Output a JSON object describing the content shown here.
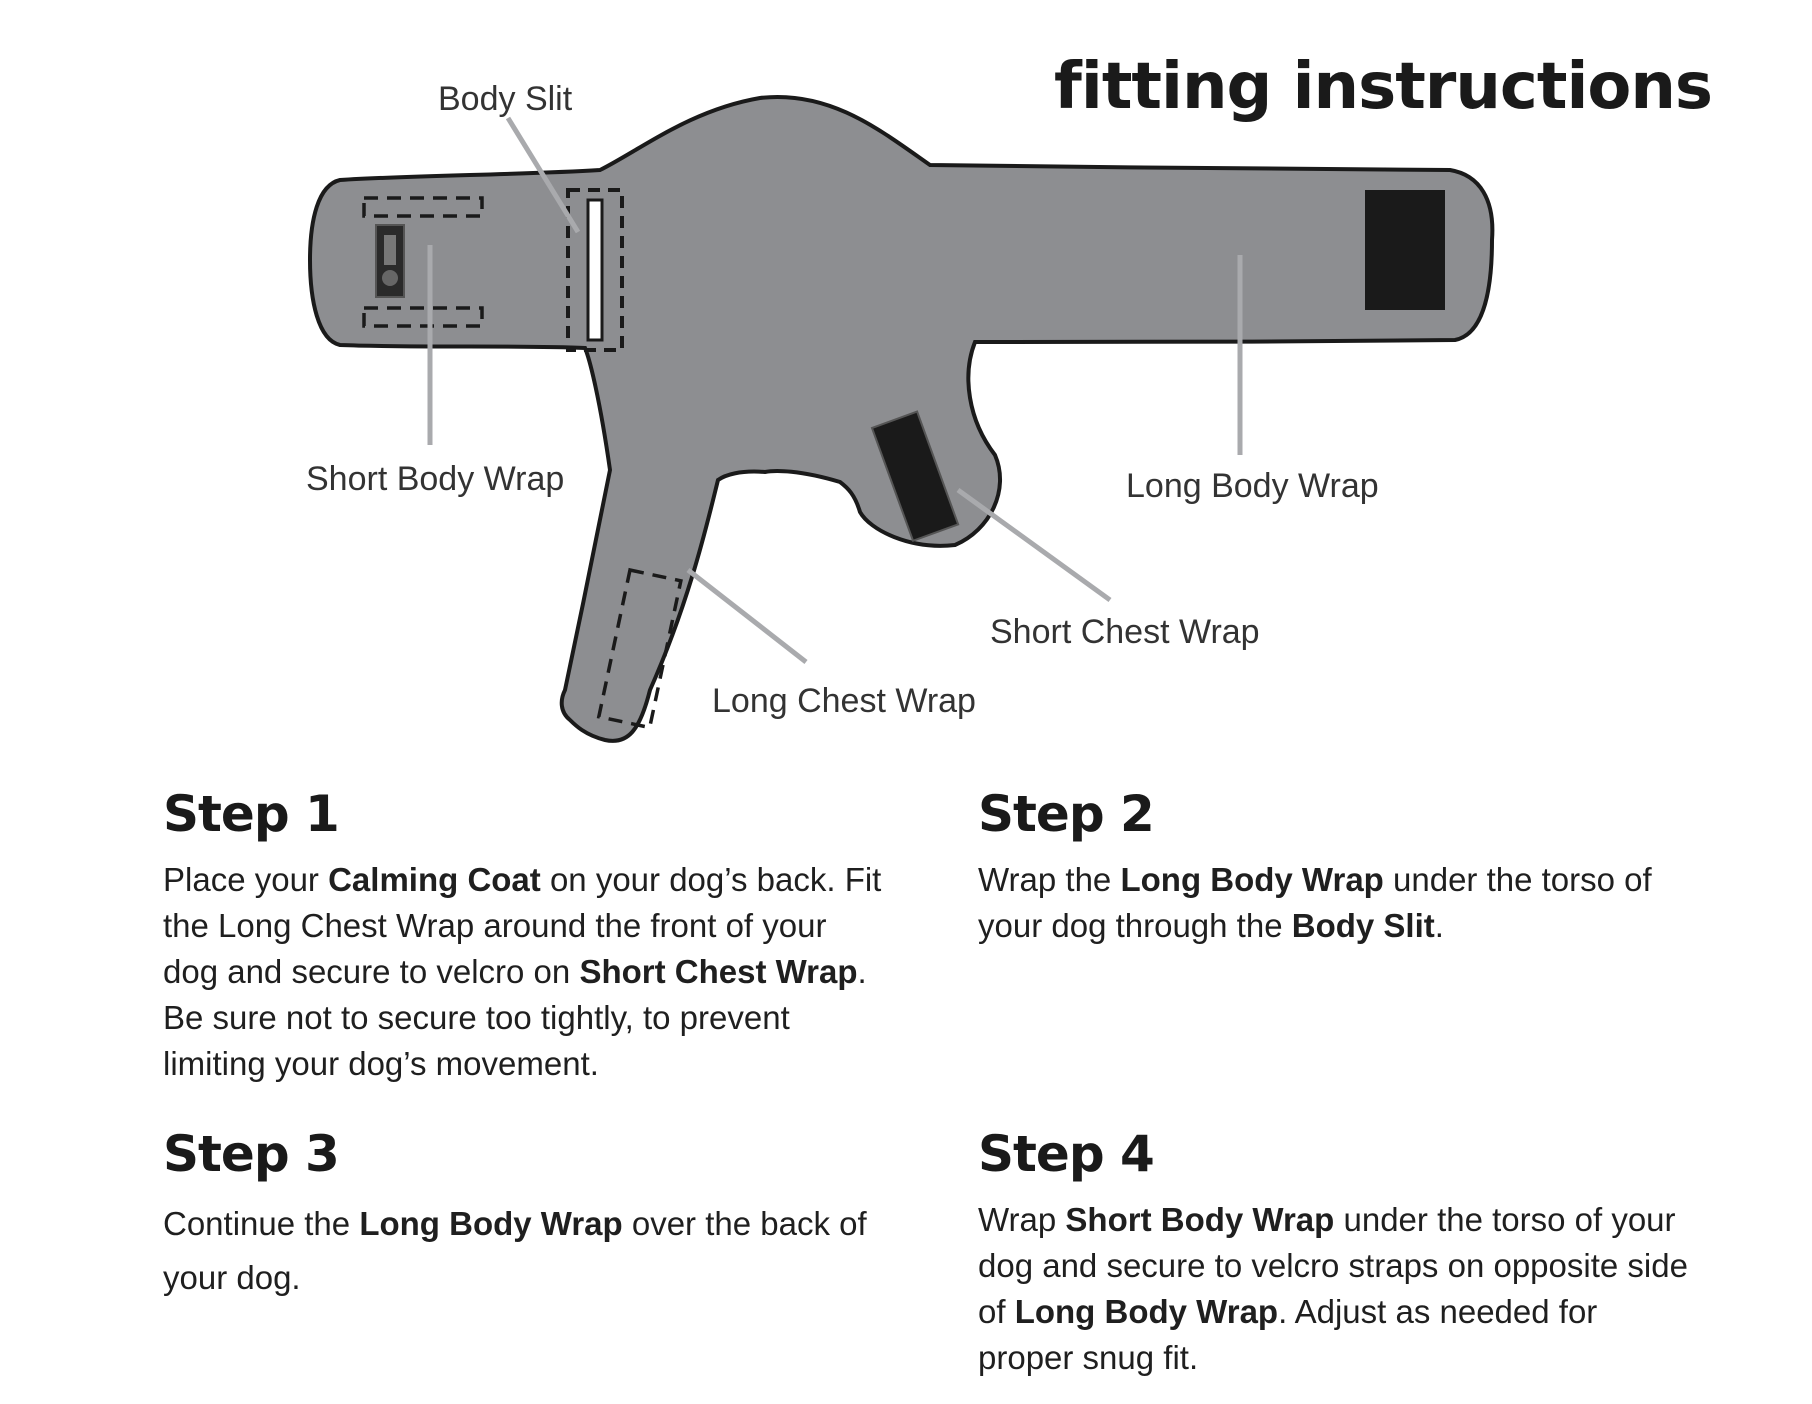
{
  "title": "fitting instructions",
  "diagram": {
    "labels": {
      "body_slit": "Body Slit",
      "short_body_wrap": "Short Body Wrap",
      "long_body_wrap": "Long Body Wrap",
      "short_chest_wrap": "Short Chest Wrap",
      "long_chest_wrap": "Long Chest Wrap"
    },
    "colors": {
      "coat": "#8d8e91",
      "outline": "#1a1a1a",
      "velcro": "#1a1a1a",
      "leader": "#a9aaad"
    }
  },
  "steps": [
    {
      "heading": "Step 1",
      "parts": [
        {
          "t": "Place your ",
          "b": false
        },
        {
          "t": "Calming Coat",
          "b": true
        },
        {
          "t": " on your dog’s back. Fit the Long Chest Wrap around the front of your dog and secure to velcro on ",
          "b": false
        },
        {
          "t": "Short Chest Wrap",
          "b": true
        },
        {
          "t": ". Be sure not to secure too tightly, to prevent limiting your dog’s movement.",
          "b": false
        }
      ]
    },
    {
      "heading": "Step 2",
      "parts": [
        {
          "t": "Wrap the ",
          "b": false
        },
        {
          "t": "Long Body Wrap",
          "b": true
        },
        {
          "t": " under the torso of your dog through the ",
          "b": false
        },
        {
          "t": "Body Slit",
          "b": true
        },
        {
          "t": ".",
          "b": false
        }
      ]
    },
    {
      "heading": "Step 3",
      "parts": [
        {
          "t": "Continue the ",
          "b": false
        },
        {
          "t": "Long Body Wrap",
          "b": true
        },
        {
          "t": " over the back of your dog.",
          "b": false
        }
      ]
    },
    {
      "heading": "Step 4",
      "parts": [
        {
          "t": "Wrap ",
          "b": false
        },
        {
          "t": "Short Body Wrap",
          "b": true
        },
        {
          "t": " under the torso of your dog and secure to velcro straps on opposite side of ",
          "b": false
        },
        {
          "t": "Long Body Wrap",
          "b": true
        },
        {
          "t": ". Adjust as needed for proper snug fit.",
          "b": false
        }
      ]
    }
  ]
}
